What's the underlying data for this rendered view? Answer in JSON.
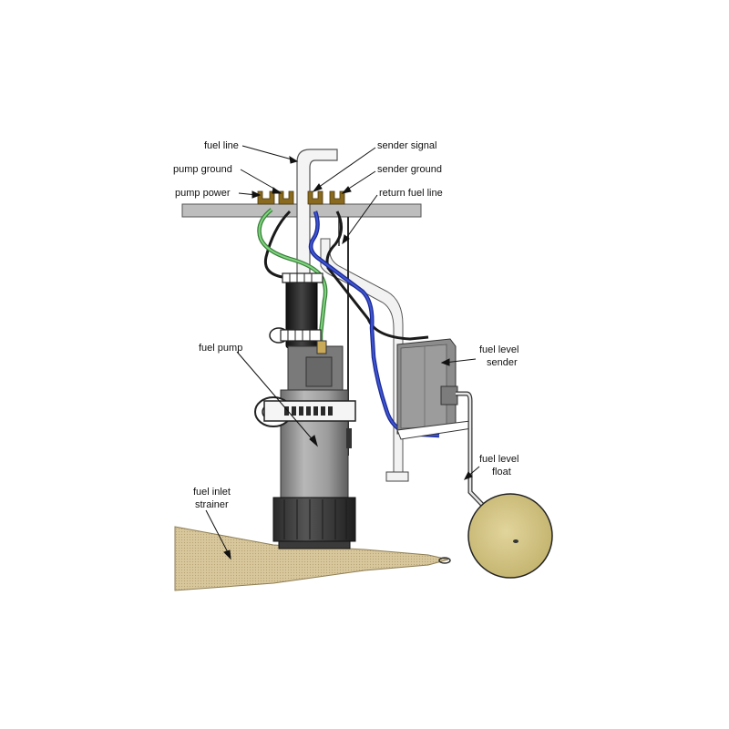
{
  "labels": {
    "fuel_line": "fuel line",
    "pump_ground": "pump ground",
    "pump_power": "pump power",
    "sender_signal": "sender signal",
    "sender_ground": "sender ground",
    "return_fuel_line": "return fuel line",
    "fuel_pump": "fuel pump",
    "fuel_level_sender_1": "fuel level",
    "fuel_level_sender_2": "sender",
    "fuel_level_float_1": "fuel level",
    "fuel_level_float_2": "float",
    "fuel_inlet_strainer_1": "fuel inlet",
    "fuel_inlet_strainer_2": "strainer"
  },
  "colors": {
    "green_wire": "#5dc25d",
    "blue_wire": "#2436b8",
    "black_wire": "#1a1a1a",
    "terminal_brass": "#8a6a1e",
    "plate": "#b9b9b9",
    "pump_body": "#9a9a9a",
    "strainer": "#d9c9a0",
    "float": "#d6c88c"
  }
}
